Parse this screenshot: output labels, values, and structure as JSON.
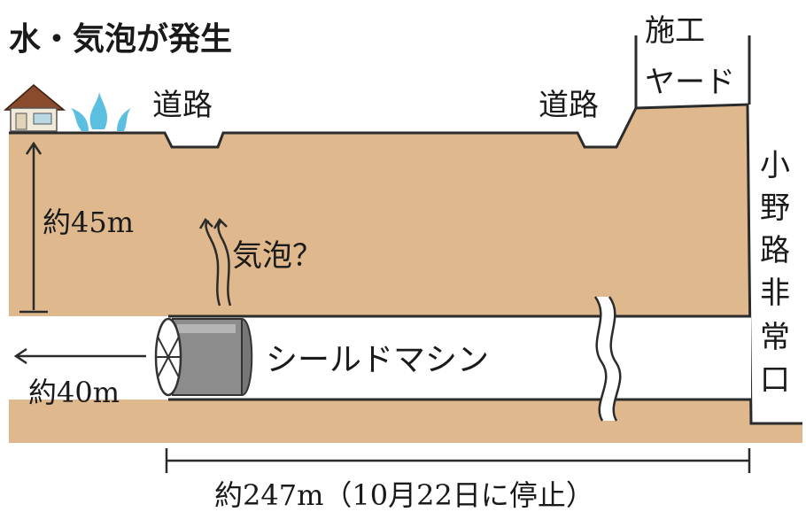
{
  "title": "水・気泡が発生",
  "road_left": "道路",
  "road_right": "道路",
  "construction_yard": [
    "施工",
    "ヤード"
  ],
  "depth_label": "約45m",
  "bubble_label": "気泡？",
  "machine_label": "シールドマシン",
  "tunnel_remaining_label": "約40m",
  "distance_label": "約247m（10月22日に停止）",
  "shaft_label": [
    "小",
    "野",
    "路",
    "非",
    "常",
    "口"
  ],
  "icons": [
    "house-icon",
    "water-splash-icon"
  ],
  "colors": {
    "ground": "#dfb98d",
    "ground_edge": "#2b2b2b",
    "tunnel": "#ffffff",
    "machine_body": "#8c8c8c",
    "house_roof": "#8a4b2c",
    "water": "#5bbfe0"
  }
}
